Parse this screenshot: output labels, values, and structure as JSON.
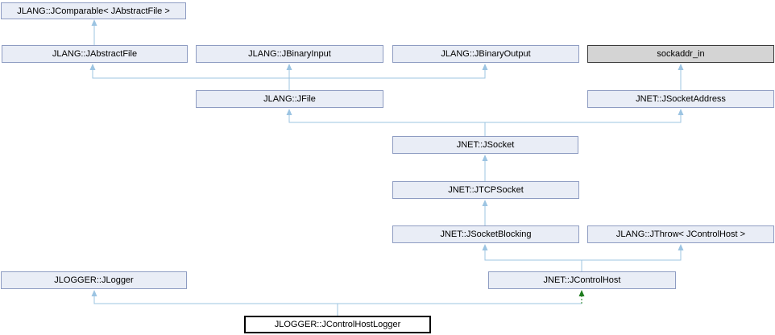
{
  "diagram_type": "class-inheritance-graph",
  "colors": {
    "background": "#ffffff",
    "node_fill": "#e9edf6",
    "node_border": "#8e9cc2",
    "external_node_fill": "#d4d4d4",
    "external_node_border": "#3a3a3a",
    "focal_node_fill": "#ffffff",
    "focal_node_border": "#000000",
    "inheritance_edge": "#9cc4e2",
    "dashed_edge": "#1e7c1e"
  },
  "nodes": [
    {
      "label": "JLANG::JComparable< JAbstractFile >",
      "kind": "class"
    },
    {
      "label": "JLANG::JAbstractFile",
      "kind": "class"
    },
    {
      "label": "JLANG::JBinaryInput",
      "kind": "class"
    },
    {
      "label": "JLANG::JBinaryOutput",
      "kind": "class"
    },
    {
      "label": "sockaddr_in",
      "kind": "external-struct"
    },
    {
      "label": "JLANG::JFile",
      "kind": "class"
    },
    {
      "label": "JNET::JSocketAddress",
      "kind": "class"
    },
    {
      "label": "JNET::JSocket",
      "kind": "class"
    },
    {
      "label": "JNET::JTCPSocket",
      "kind": "class"
    },
    {
      "label": "JNET::JSocketBlocking",
      "kind": "class"
    },
    {
      "label": "JLANG::JThrow< JControlHost >",
      "kind": "class"
    },
    {
      "label": "JLOGGER::JLogger",
      "kind": "class"
    },
    {
      "label": "JNET::JControlHost",
      "kind": "class"
    },
    {
      "label": "JLOGGER::JControlHostLogger",
      "kind": "focal-class"
    }
  ],
  "edges": [
    {
      "from": "JLANG::JAbstractFile",
      "to": "JLANG::JComparable< JAbstractFile >",
      "style": "solid",
      "color": "#9cc4e2"
    },
    {
      "from": "JLANG::JFile",
      "to": "JLANG::JAbstractFile",
      "style": "solid",
      "color": "#9cc4e2"
    },
    {
      "from": "JLANG::JFile",
      "to": "JLANG::JBinaryInput",
      "style": "solid",
      "color": "#9cc4e2"
    },
    {
      "from": "JLANG::JFile",
      "to": "JLANG::JBinaryOutput",
      "style": "solid",
      "color": "#9cc4e2"
    },
    {
      "from": "JNET::JSocketAddress",
      "to": "sockaddr_in",
      "style": "solid",
      "color": "#9cc4e2"
    },
    {
      "from": "JNET::JSocket",
      "to": "JLANG::JFile",
      "style": "solid",
      "color": "#9cc4e2"
    },
    {
      "from": "JNET::JSocket",
      "to": "JNET::JSocketAddress",
      "style": "solid",
      "color": "#9cc4e2"
    },
    {
      "from": "JNET::JTCPSocket",
      "to": "JNET::JSocket",
      "style": "solid",
      "color": "#9cc4e2"
    },
    {
      "from": "JNET::JSocketBlocking",
      "to": "JNET::JTCPSocket",
      "style": "solid",
      "color": "#9cc4e2"
    },
    {
      "from": "JNET::JControlHost",
      "to": "JNET::JSocketBlocking",
      "style": "solid",
      "color": "#9cc4e2"
    },
    {
      "from": "JNET::JControlHost",
      "to": "JLANG::JThrow< JControlHost >",
      "style": "solid",
      "color": "#9cc4e2"
    },
    {
      "from": "JLOGGER::JControlHostLogger",
      "to": "JLOGGER::JLogger",
      "style": "solid",
      "color": "#9cc4e2"
    },
    {
      "from": "JLOGGER::JControlHostLogger",
      "to": "JNET::JControlHost",
      "style": "dashed",
      "color": "#1e7c1e"
    }
  ]
}
